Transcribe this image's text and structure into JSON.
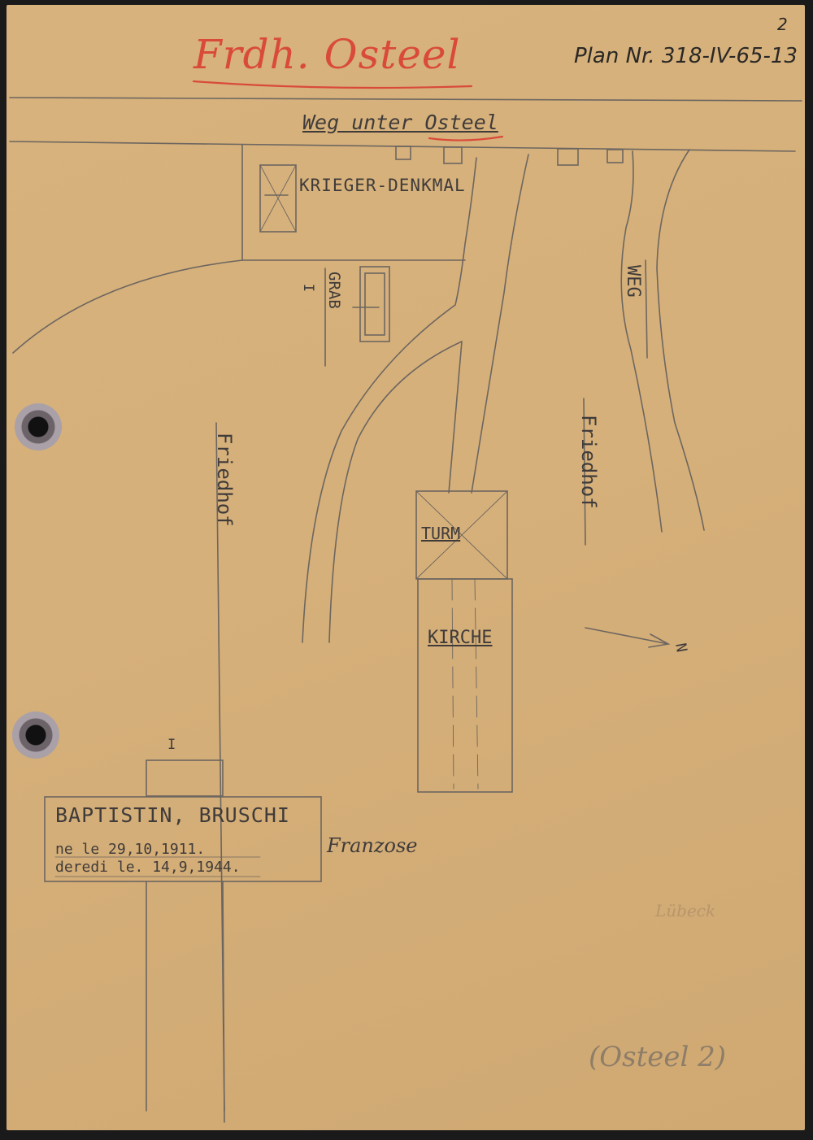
{
  "header": {
    "title": "Frdh. Osteel",
    "plan_number": "Plan Nr. 318-IV-65-13",
    "page_number": "2"
  },
  "map": {
    "road_top": "Weg unter Osteel",
    "memorial": "KRIEGER-DENKMAL",
    "grave": "GRAB",
    "grave_marker": "I",
    "cemetery_left": "Friedhof",
    "cemetery_right": "Friedhof",
    "path_right": "WEG",
    "tower": "TURM",
    "church": "KIRCHE",
    "north": "N"
  },
  "grave_card": {
    "marker": "I",
    "name": "BAPTISTIN, BRUSCHI",
    "born": "ne le 29,10,1911.",
    "died": "deredi le. 14,9,1944.",
    "nationality": "Franzose"
  },
  "annotations": {
    "signature": "Lübeck",
    "pencil_note": "(Osteel 2)"
  },
  "colors": {
    "paper": "#d6b07a",
    "title_red": "#d94a3b",
    "pencil": "#6d6660",
    "ink": "#3f3b3a"
  }
}
